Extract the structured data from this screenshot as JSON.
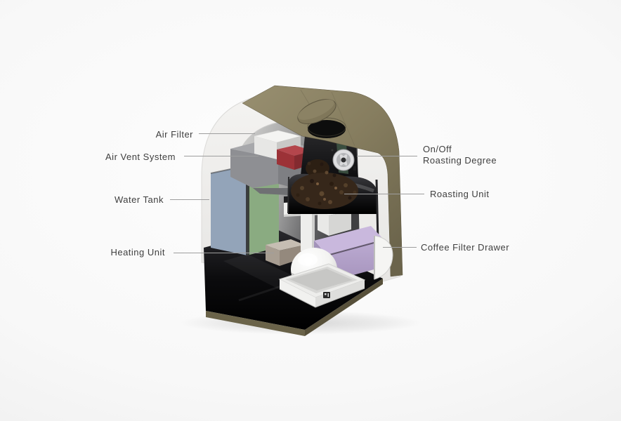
{
  "diagram": {
    "labels": {
      "air_filter": "Air Filter",
      "air_vent_system": "Air Vent System",
      "water_tank": "Water Tank",
      "heating_unit": "Heating Unit",
      "on_off": "On/Off",
      "roasting_degree": "Roasting Degree",
      "roasting_unit": "Roasting Unit",
      "coffee_filter_drawer": "Coffee Filter Drawer"
    },
    "colors": {
      "wood": "#8a8164",
      "shell": "#efeeec",
      "water_tank_blue": "#93a4b9",
      "water_tank_green": "#8aab81",
      "air_vent_gray": "#8e8f93",
      "air_filter_white": "#e7e7e5",
      "roaster_red": "#9c3237",
      "heating_tan": "#a89e92",
      "drawer_purple": "#c9b8dd",
      "beans_brown": "#36271a",
      "base_black": "#0c0c0e",
      "leader_line": "#9e9e9e",
      "label_text": "#3e3e3e"
    }
  }
}
